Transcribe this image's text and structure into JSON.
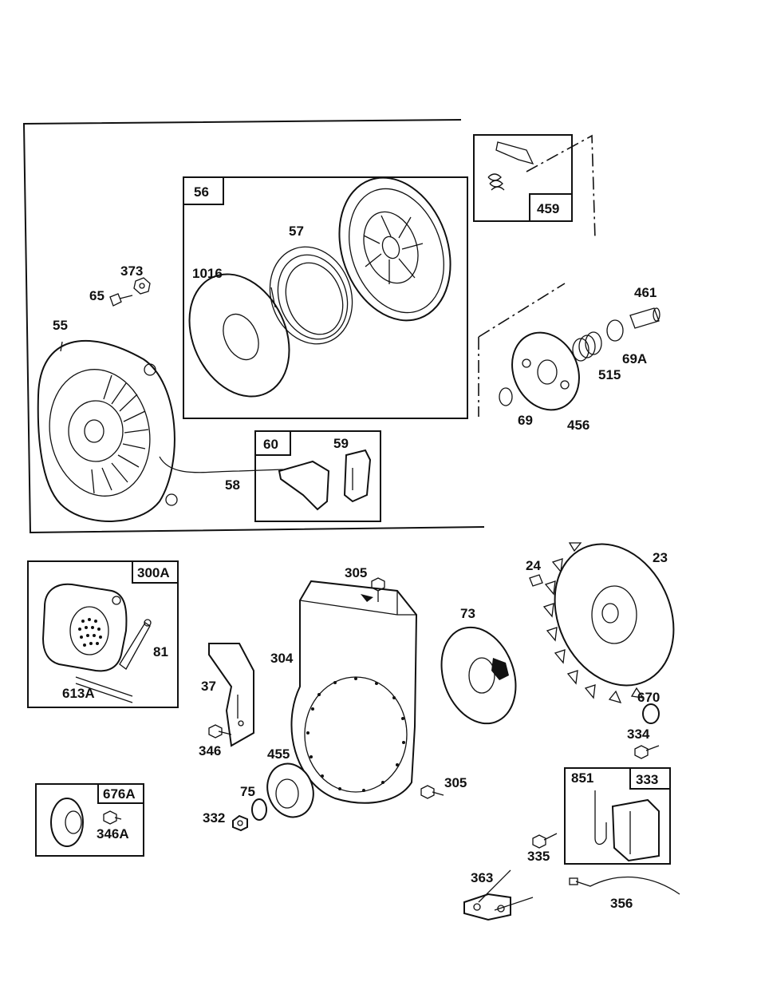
{
  "diagram": {
    "boxes": {
      "b56": "56",
      "b459": "459",
      "b60": "60",
      "b300a": "300A",
      "b676a": "676A",
      "b333": "333"
    },
    "labels": {
      "p373": "373",
      "p65": "65",
      "p55": "55",
      "p1016": "1016",
      "p57": "57",
      "p461": "461",
      "p69a": "69A",
      "p515": "515",
      "p69": "69",
      "p456": "456",
      "p59": "59",
      "p58": "58",
      "p305a": "305",
      "p24": "24",
      "p23": "23",
      "p73": "73",
      "p81": "81",
      "p304": "304",
      "p613a": "613A",
      "p37": "37",
      "p346": "346",
      "p670": "670",
      "p334": "334",
      "p455": "455",
      "p75": "75",
      "p305b": "305",
      "p332": "332",
      "p346a": "346A",
      "p851": "851",
      "p335": "335",
      "p363": "363",
      "p356": "356"
    }
  }
}
